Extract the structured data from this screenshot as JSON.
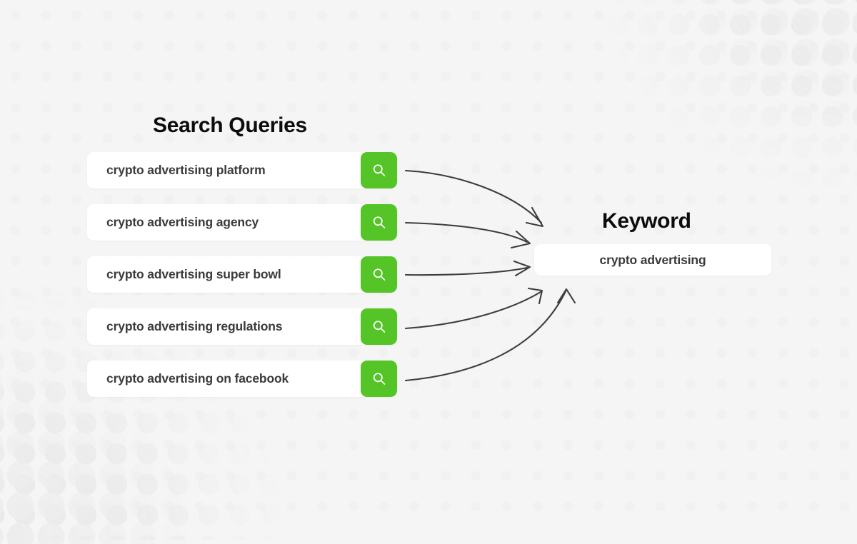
{
  "headings": {
    "queries": "Search Queries",
    "keyword": "Keyword"
  },
  "queries": [
    {
      "text": "crypto advertising platform",
      "icon": "search-icon"
    },
    {
      "text": "crypto advertising agency",
      "icon": "search-icon"
    },
    {
      "text": "crypto advertising super bowl",
      "icon": "search-icon"
    },
    {
      "text": "crypto advertising regulations",
      "icon": "search-icon"
    },
    {
      "text": "crypto advertising on facebook",
      "icon": "search-icon"
    }
  ],
  "keyword": {
    "text": "crypto advertising"
  },
  "colors": {
    "background": "#f5f5f5",
    "accent_green": "#54c427",
    "chip_background": "#ffffff",
    "query_text": "#3a3a3a",
    "heading_text": "#0c0c0c",
    "arrow": "#3d3d3d",
    "dot_pattern": "#eaeaea"
  },
  "arrows": {
    "count": 5,
    "direction": "queries-to-keyword",
    "style": "curved-with-arrowhead"
  }
}
